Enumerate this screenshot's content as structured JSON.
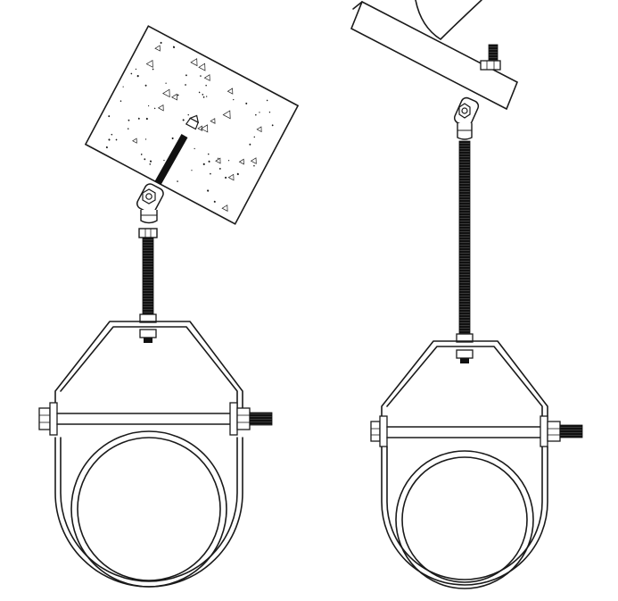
{
  "figure": {
    "panels": [
      {
        "label": "",
        "mount": "concrete-ceiling",
        "mount_angle_deg": 28
      },
      {
        "label": "",
        "mount": "steel-beam-flange",
        "mount_angle_deg": 26
      }
    ]
  },
  "colors": {
    "line": "#1a1a1a",
    "rod": "#111111",
    "paper": "#ffffff",
    "concrete_fill": "#ffffff"
  },
  "icons": {
    "concrete": "concrete-block-icon",
    "beam": "i-beam-icon",
    "swivel": "swivel-connector-icon",
    "rod": "threaded-rod-icon",
    "hanger": "clevis-hanger-icon",
    "pipe": "pipe-icon",
    "bolt": "cross-bolt-icon"
  }
}
